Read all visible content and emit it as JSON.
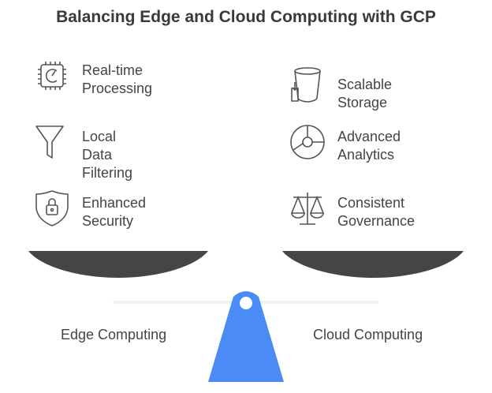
{
  "title": "Balancing Edge and Cloud Computing with GCP",
  "edge": {
    "label": "Edge Computing",
    "items": [
      {
        "line1": "Real-time",
        "line2": "Processing",
        "icon": "cpu-chip-icon"
      },
      {
        "line1": "Local Data",
        "line2": "Filtering",
        "icon": "funnel-icon"
      },
      {
        "line1": "Enhanced",
        "line2": "Security",
        "icon": "shield-lock-icon"
      }
    ]
  },
  "cloud": {
    "label": "Cloud Computing",
    "items": [
      {
        "line1": "Scalable Storage",
        "line2": "",
        "icon": "storage-bucket-icon"
      },
      {
        "line1": "Advanced",
        "line2": "Analytics",
        "icon": "analytics-chart-icon"
      },
      {
        "line1": "Consistent",
        "line2": "Governance",
        "icon": "balance-scale-icon"
      }
    ]
  },
  "colors": {
    "pans": "#454545",
    "fulcrum": "#4a8bf5",
    "icon_stroke": "#555555"
  }
}
